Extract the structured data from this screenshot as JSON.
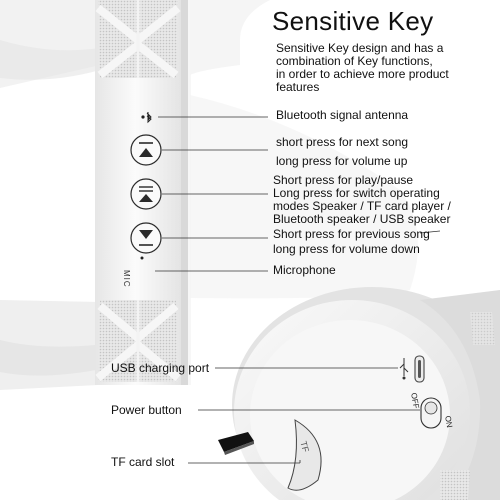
{
  "header": {
    "title": "Sensitive Key",
    "description_lines": [
      "Sensitive Key design and has a",
      "combination of Key functions,",
      "in order to achieve more product",
      "features"
    ]
  },
  "callouts": {
    "bluetooth": "Bluetooth signal antenna",
    "next_short": "short press for next song",
    "next_long": "long press for volume up",
    "play_lines": [
      "Short press for play/pause",
      "Long press for switch operating",
      "modes Speaker / TF card player /",
      "Bluetooth speaker / USB speaker"
    ],
    "prev_short": "Short press for previous song",
    "prev_long": "long press for volume down",
    "microphone": "Microphone",
    "usb": "USB charging port",
    "power": "Power button",
    "tf": "TF card slot"
  },
  "device_labels": {
    "mic": "MIC",
    "off": "OFF",
    "on": "ON",
    "tf": "TF"
  },
  "icons": [
    "bluetooth-icon",
    "next-track-icon",
    "play-pause-icon",
    "previous-track-icon",
    "usb-icon"
  ],
  "colors": {
    "body": "#f4f4f4",
    "shadow": "#d6d6d6",
    "line": "#333333",
    "text": "#111111"
  }
}
